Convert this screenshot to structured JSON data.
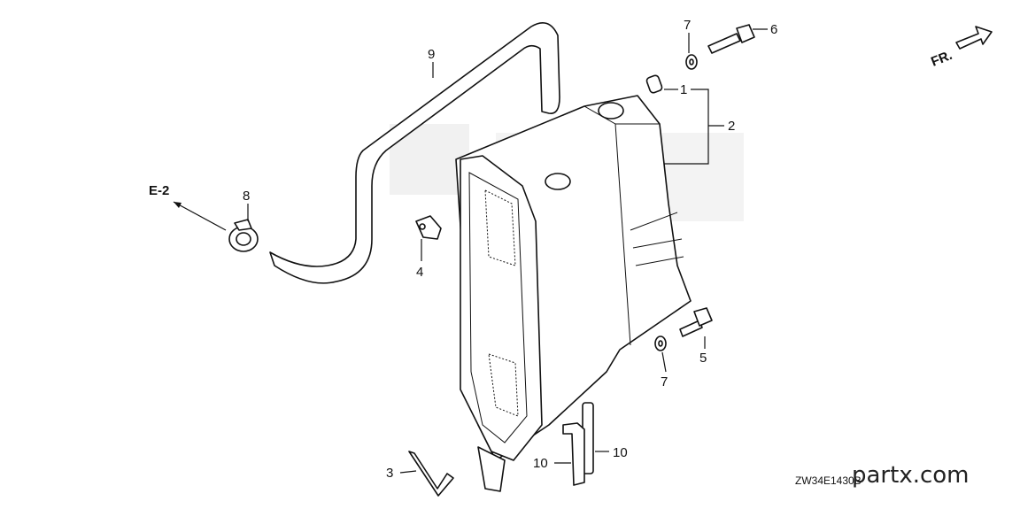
{
  "callouts": {
    "c1": "1",
    "c2": "2",
    "c3": "3",
    "c4": "4",
    "c5": "5",
    "c6": "6",
    "c7a": "7",
    "c7b": "7",
    "c8": "8",
    "c9": "9",
    "c10a": "10",
    "c10b": "10"
  },
  "reference": {
    "label": "E-2"
  },
  "direction": {
    "label": "FR."
  },
  "diagram": {
    "code": "ZW34E1430B"
  },
  "brand": {
    "text": "partx.com"
  }
}
